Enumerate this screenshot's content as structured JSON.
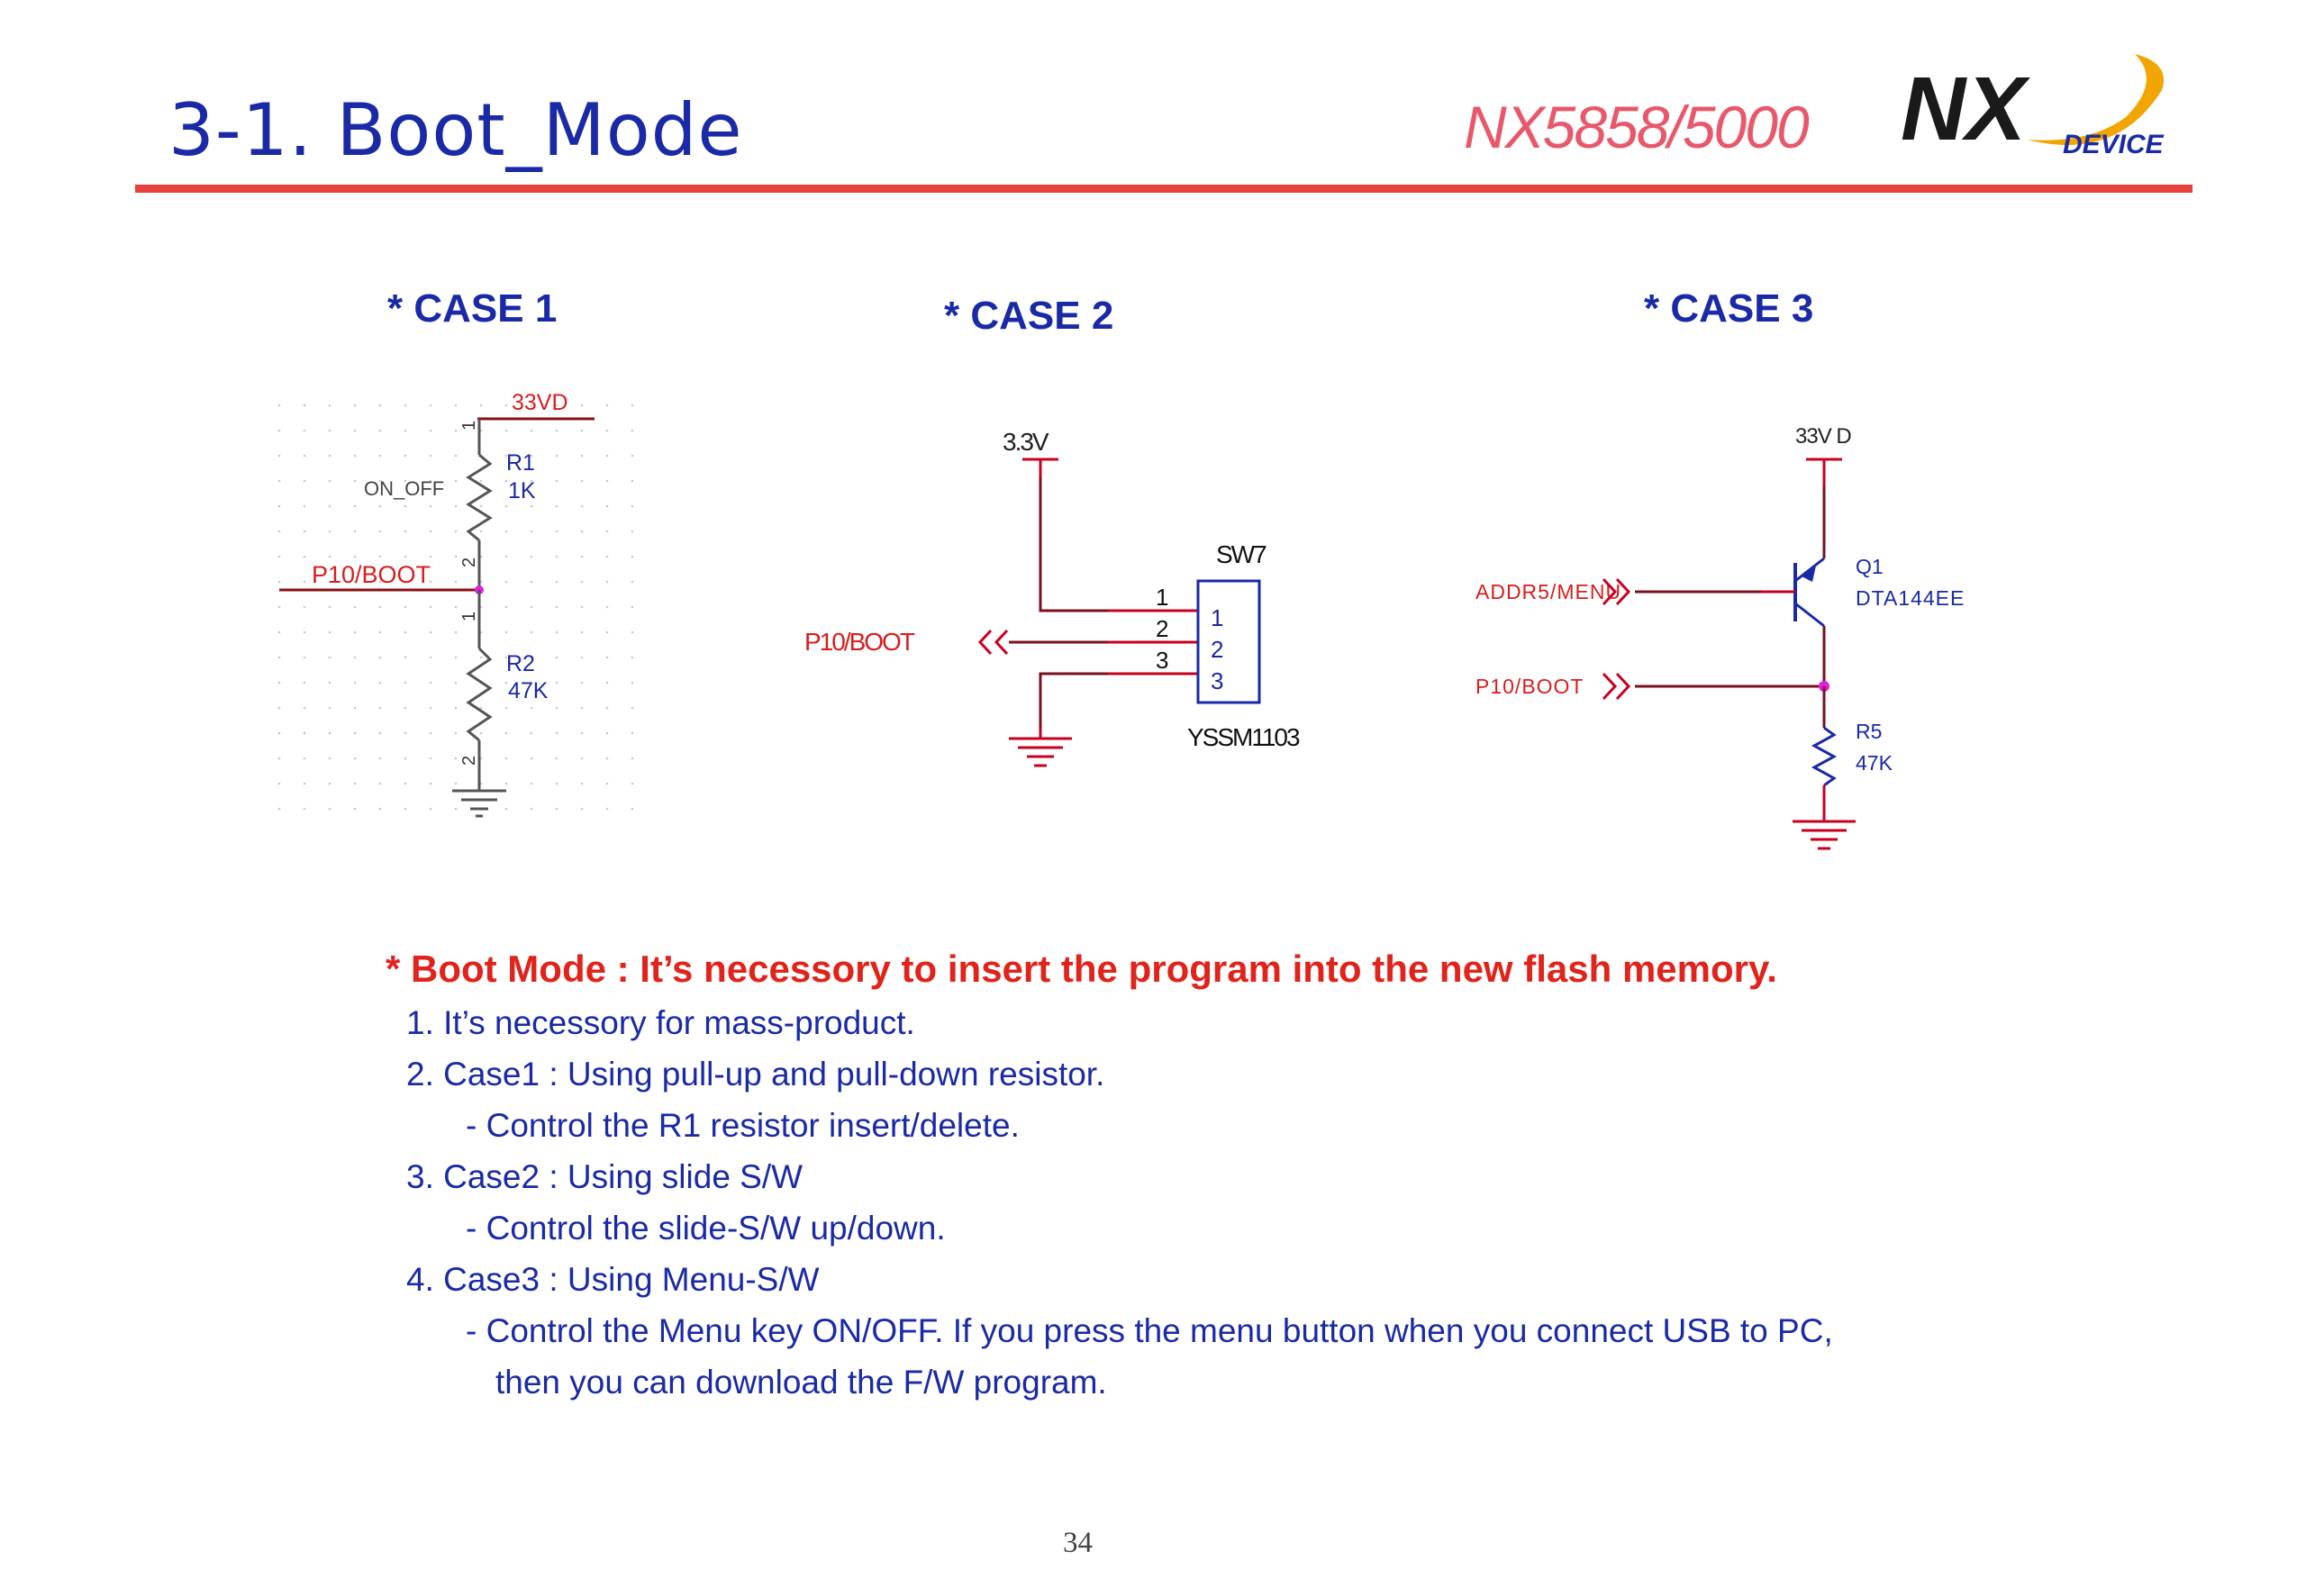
{
  "header": {
    "title": "3-1. Boot_Mode",
    "model": "NX5858/5000",
    "logo_text": "NX",
    "logo_sub": "DEVICE"
  },
  "colors": {
    "title_blue": "#1a2aa6",
    "accent_red": "#e0231b",
    "rule_red": "#e8413b",
    "wire_red": "#c8001e",
    "net_label_red": "#d81e1e"
  },
  "cases": {
    "case1": {
      "heading": "* CASE 1",
      "power": "33VD",
      "r1_ref": "R1",
      "r1_val": "1K",
      "on_off": "ON_OFF",
      "net": "P10/BOOT",
      "r2_ref": "R2",
      "r2_val": "47K",
      "pin1": "1",
      "pin2": "2"
    },
    "case2": {
      "heading": "* CASE 2",
      "power": "3.3V",
      "switch_ref": "SW7",
      "switch_part": "YSSM1103",
      "net": "P10/BOOT",
      "pins": [
        "1",
        "2",
        "3"
      ]
    },
    "case3": {
      "heading": "* CASE 3",
      "power": "33V D",
      "net_menu": "ADDR5/MENU",
      "net_boot": "P10/BOOT",
      "q_ref": "Q1",
      "q_part": "DTA144EE",
      "r_ref": "R5",
      "r_val": "47K"
    }
  },
  "description": {
    "title": "* Boot Mode : It’s necessory to insert the program into the new flash memory.",
    "lines": [
      "1. It’s necessory for mass-product.",
      "2. Case1 : Using pull-up and pull-down resistor.",
      "- Control the R1 resistor insert/delete.",
      "3. Case2 : Using slide S/W",
      "- Control the slide-S/W up/down.",
      "4. Case3 : Using Menu-S/W",
      "- Control the Menu key ON/OFF. If you press the menu button when you connect USB to PC,",
      "then you can download the F/W program."
    ]
  },
  "footer": {
    "page_number": "34"
  }
}
